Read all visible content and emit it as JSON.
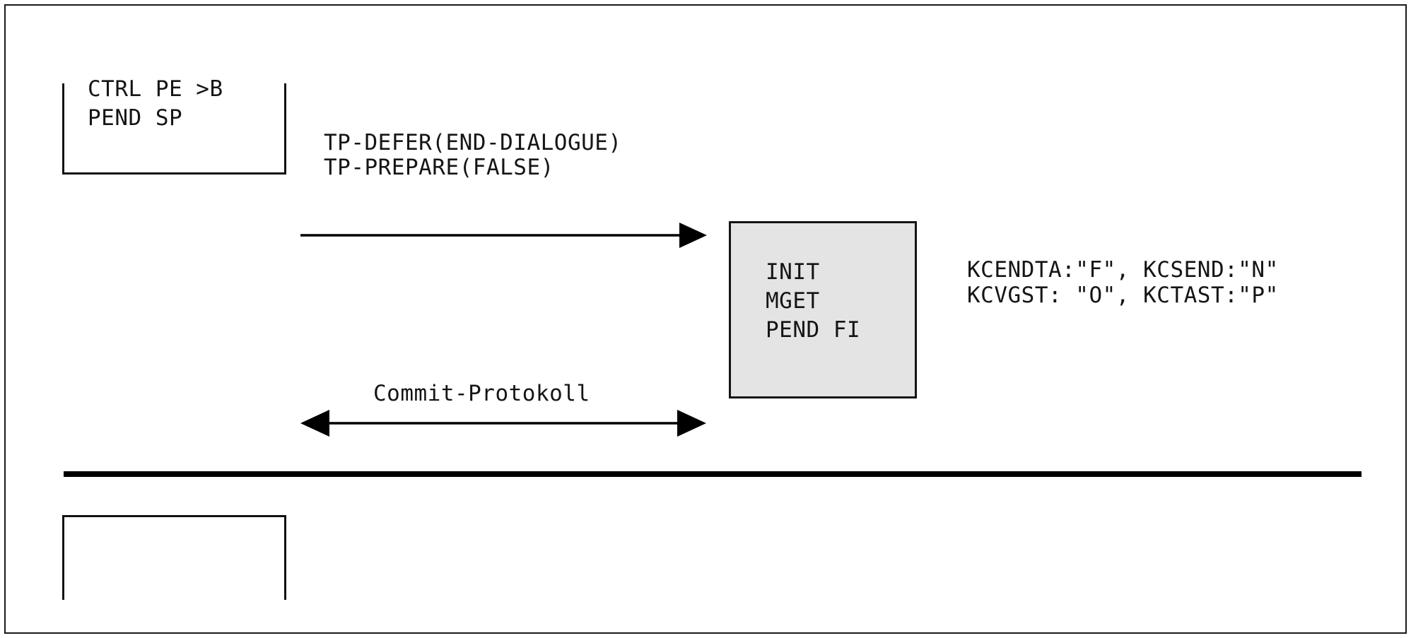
{
  "diagram": {
    "title_text": "",
    "background_color": "#ffffff",
    "line_color": "#121212",
    "gray_fill": "#e4e4e4"
  },
  "top_box": {
    "name": "client-state-box",
    "lines": [
      "CTRL PE >B",
      "PEND SP"
    ],
    "line1": "CTRL PE >B",
    "line2": "PEND SP"
  },
  "messages": {
    "request_line1": "TP-DEFER(END-DIALOGUE)",
    "request_line2": "TP-PREPARE(FALSE)",
    "commit_label": "Commit-Protokoll"
  },
  "gray_box": {
    "name": "server-state-box",
    "line1": "INIT",
    "line2": "MGET",
    "line3": "PEND FI"
  },
  "side_note": {
    "line1": "KCENDTA:\"F\", KCSEND:\"N\"",
    "line2": "KCVGST: \"O\", KCTAST:\"P\""
  },
  "bottom_box": {
    "name": "lower-state-box",
    "lines": []
  },
  "icons": {
    "arrow_right": "arrow-right-icon",
    "arrow_double": "arrow-double-headed-icon",
    "separator": "thick-separator-rule"
  }
}
